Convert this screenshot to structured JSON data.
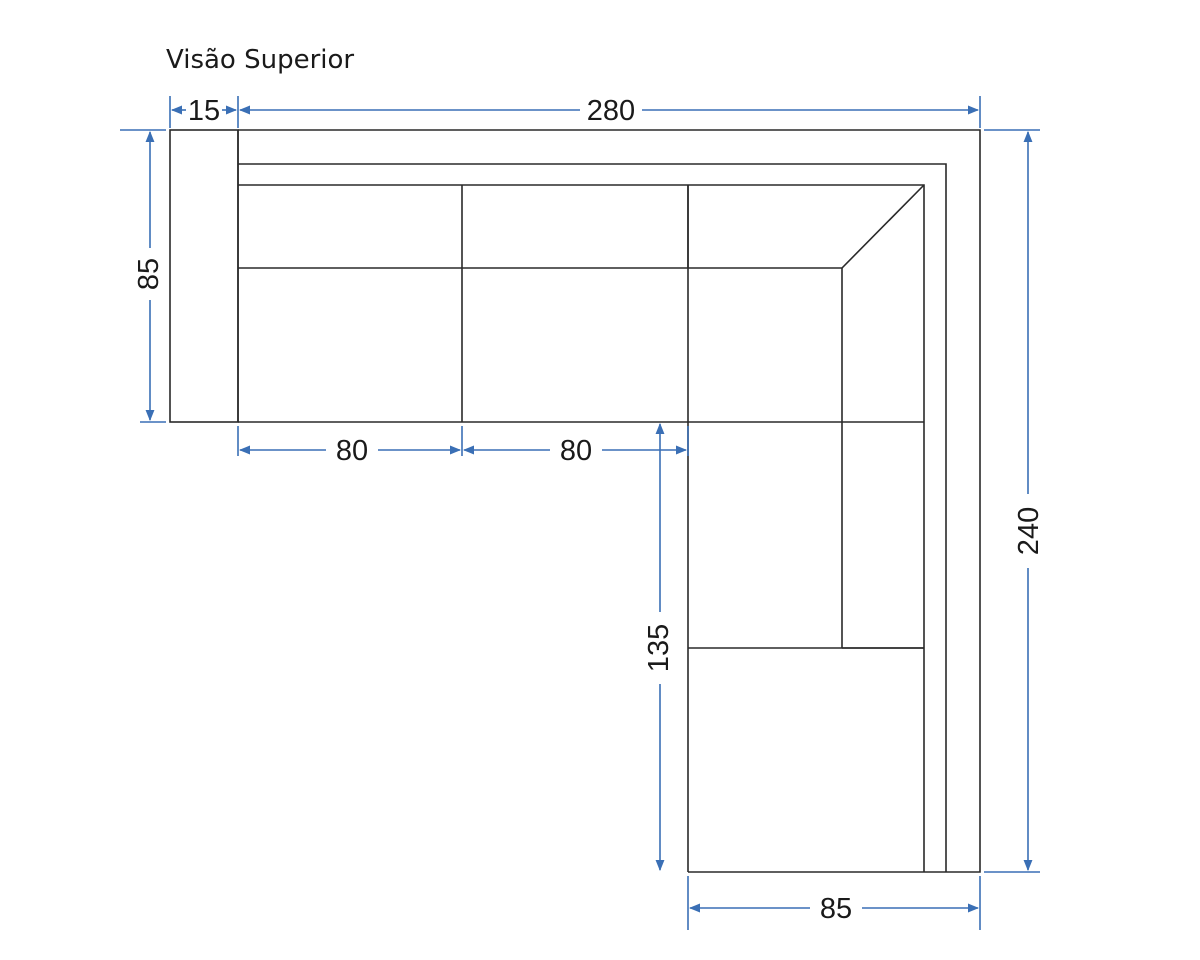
{
  "title": "Visão Superior",
  "dimensions": {
    "armrest_width": "15",
    "total_width": "280",
    "depth_left": "85",
    "seat_1_width": "80",
    "seat_2_width": "80",
    "chaise_length": "135",
    "total_length": "240",
    "depth_bottom": "85"
  },
  "colors": {
    "outline": "#2a2a2a",
    "dimension_line": "#3a6fb5",
    "background": "#ffffff"
  }
}
